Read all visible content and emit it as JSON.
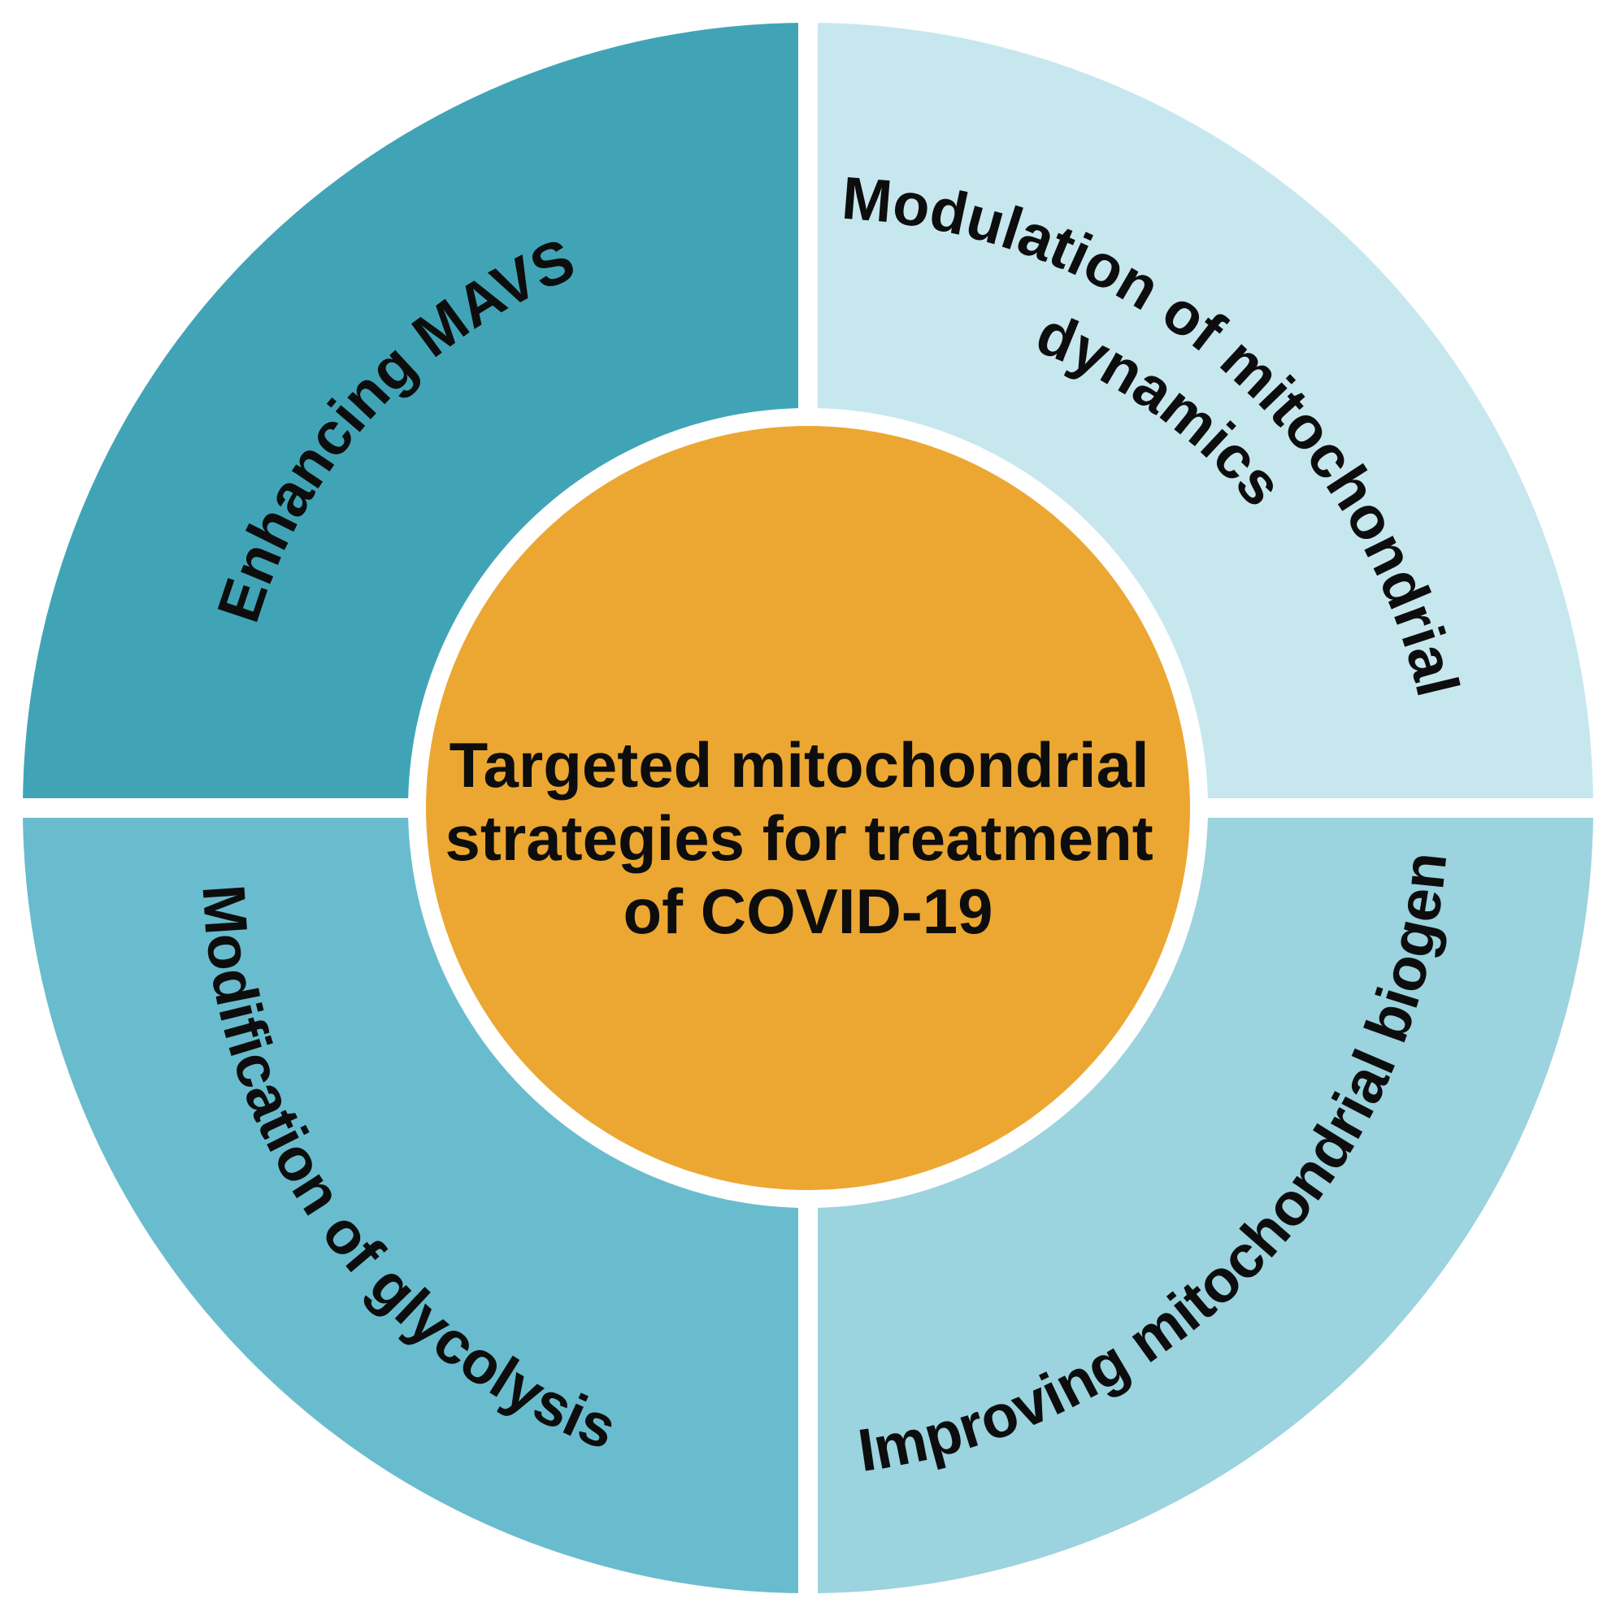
{
  "center": {
    "lines": [
      "Targeted mitochondrial",
      "strategies for treatment",
      "of COVID-19"
    ],
    "color": "#EBA731"
  },
  "quadrants": {
    "top_left": {
      "label": "Enhancing MAVS",
      "color": "#41A4B6"
    },
    "top_right": {
      "line1": "Modulation of mitochondrial",
      "line2": "dynamics",
      "color": "#C6E7EE"
    },
    "bottom_right": {
      "label": "Improving mitochondrial biogenesis",
      "color": "#9BD3DF"
    },
    "bottom_left": {
      "label": "Modification of glycolysis",
      "color": "#69BCCE"
    }
  },
  "separator_color": "#FFFFFF"
}
